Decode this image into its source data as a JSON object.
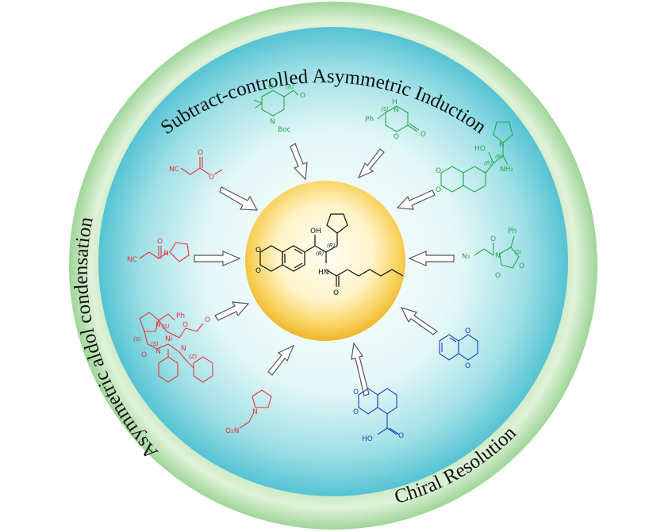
{
  "ring_labels": {
    "top": "Subtract-controlled Asymmetric Induction",
    "left": "Asymmetric aldol condensation",
    "bottom_right": "Chiral Resolution"
  },
  "colors": {
    "outer_ring": "#dff2d8",
    "inner_sphere": "#7fd6e0",
    "core": "#f5c842",
    "aldol_route": "#e8343c",
    "substrate_route": "#2aa84a",
    "resolution_route": "#1f3fbf",
    "product": "#111111"
  },
  "center_molecule": {
    "labels": {
      "oh": "OH",
      "nh": "HN",
      "o": "O",
      "r1": "(R)",
      "r2": "(R)"
    }
  },
  "green_molecules": {
    "m1": {
      "boc": "Boc",
      "n": "N",
      "o": "O",
      "r": "(R)"
    },
    "m2": {
      "ph": "Ph",
      "nh": "H",
      "n": "N",
      "o1": "O",
      "o2": "O",
      "s": "(S)"
    },
    "m3": {
      "oh": "HO",
      "nh2": "NH₂",
      "n": "N",
      "r1": "(R)",
      "r2": "(R)"
    },
    "m4": {
      "n3": "N₃",
      "ph": "Ph",
      "n": "N",
      "o1": "O",
      "o2": "O",
      "o3": "O",
      "s": "(S)"
    }
  },
  "red_molecules": {
    "m1": {
      "nc": "NC",
      "o1": "O",
      "o2": "O"
    },
    "m2": {
      "nc": "NC",
      "o": "O",
      "n": "N"
    },
    "m3": {
      "ph": "Ph",
      "n1": "N",
      "n2": "N",
      "n3": "N",
      "ni": "Ni",
      "o1": "O",
      "o2": "O",
      "o3": "O",
      "s1": "(S)",
      "s2": "(S)",
      "s3": "(S)",
      "z": "(Z)"
    },
    "m4": {
      "o2n": "O₂N",
      "n": "N"
    }
  },
  "blue_molecules": {
    "m1": {
      "o1": "O",
      "o2": "O"
    },
    "m2": {
      "o1": "O",
      "o2": "O",
      "o3": "O",
      "ho": "HO"
    }
  }
}
